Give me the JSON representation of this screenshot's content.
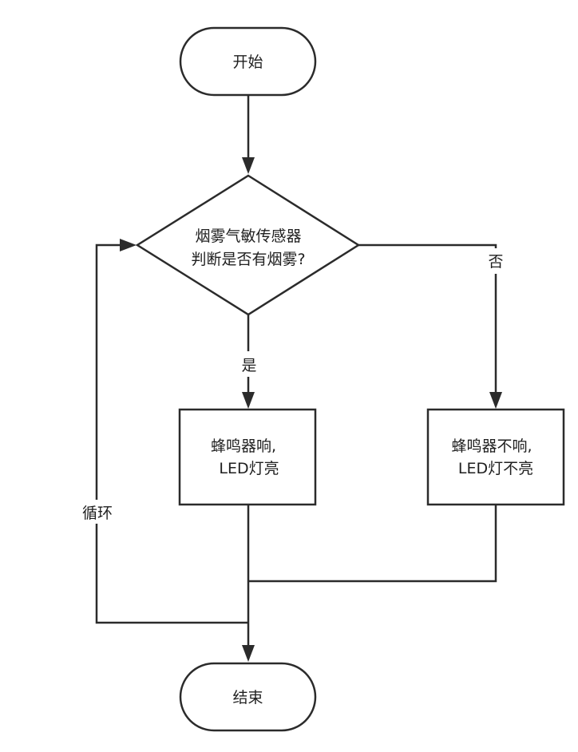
{
  "nodes": {
    "start": {
      "label": "开始"
    },
    "decision": {
      "line1": "烟雾气敏传感器",
      "line2": "判断是否有烟雾?"
    },
    "yes_box": {
      "line1": "蜂鸣器响,",
      "line2": "LED灯亮"
    },
    "no_box": {
      "line1": "蜂鸣器不响,",
      "line2": "LED灯不亮"
    },
    "end": {
      "label": "结束"
    }
  },
  "edges": {
    "yes_label": "是",
    "no_label": "否",
    "loop_label": "循环"
  },
  "colors": {
    "stroke": "#2b2b2b",
    "text": "#1f1f1f",
    "background": "#ffffff"
  }
}
